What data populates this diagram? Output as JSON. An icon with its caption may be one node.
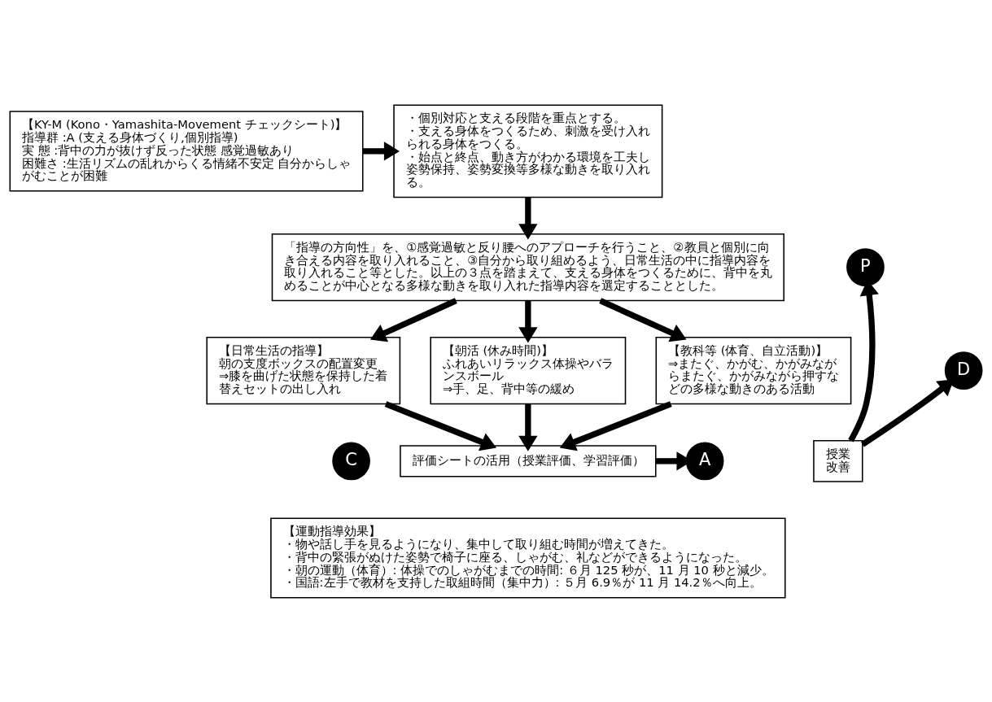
{
  "diagram": {
    "nodes": [
      {
        "text": [
          "【KY-M (Kono・Yamashita-Movement チェックシート)】",
          "指導群 :A (支える身体づくり,個別指導)",
          "実 態 :背中の力が抜けず反った状態 感覚過敏あり",
          "困難さ :生活リズムの乱れからくる情緒不安定 自分からしゃがむことが困難"
        ]
      },
      {
        "text": [
          "・個別対応と支える段階を重点とする。",
          "・支える身体をつくるため、刺激を受け入れられる身体をつくる。",
          "・始点と終点、動き方がわかる環境を工夫し姿勢保持、姿勢変換等多様な動きを取り入れる。"
        ]
      },
      {
        "text": [
          "P"
        ]
      },
      {
        "text": [
          "「指導の方向性」を、①感覚過敏と反り腰へのアプローチを行うこと、②教員と個別に向き合える内容を取り入れること、③自分から取り組めるよう、日常生活の中に指導内容を取り入れること等とした。以上の３点を踏まえて、支える身体をつくるために、背中を丸めることが中心となる多様な動きを取り入れた指導内容を選定することとした。"
        ]
      },
      {
        "text": [
          "D"
        ]
      },
      {
        "text": [
          "【日常生活の指導】",
          "朝の支度ボックスの配置変更",
          "⇒膝を曲げた状態を保持した着替えセットの出し入れ"
        ]
      },
      {
        "text": [
          "【朝活 (休み時間)】",
          "ふれあいリラックス体操やバランスボール",
          "⇒手、足、背中等の緩め"
        ]
      },
      {
        "text": [
          "【教科等 (体育、自立活動)】",
          "⇒またぐ、かがむ、かがみながらまたぐ、かがみながら押すなどの多様な動きのある活動"
        ]
      },
      {
        "text": [
          "C"
        ]
      },
      {
        "text": [
          "評価シートの活用（授業評価、学習評価）"
        ]
      },
      {
        "text": [
          "A"
        ]
      },
      {
        "text": [
          "授業改善"
        ]
      },
      {
        "text": [
          "【運動指導効果】",
          "・物や話し手を見るようになり、集中して取り組む時間が増えてきた。",
          "・背中の緊張がぬけた姿勢で椅子に座る、しゃがむ、礼などができるようになった。",
          "・朝の運動（体育）: 体操でのしゃがむまでの時間: ６月 125 秒が、11 月 10 秒と減少。",
          "・国語:左手で教材を支持した取組時間（集中力）: ５月 6.9％が 11 月 14.2％へ向上。"
        ]
      }
    ],
    "edges": [
      {
        "from": 0,
        "to": 1,
        "arrow": "to"
      },
      {
        "from": 1,
        "to": 3,
        "arrow": "to"
      },
      {
        "from": 3,
        "to": 5,
        "arrow": "to"
      },
      {
        "from": 3,
        "to": 6,
        "arrow": "to"
      },
      {
        "from": 3,
        "to": 7,
        "arrow": "to"
      },
      {
        "from": 5,
        "to": 9,
        "arrow": "to"
      },
      {
        "from": 6,
        "to": 9,
        "arrow": "to"
      },
      {
        "from": 7,
        "to": 9,
        "arrow": "to"
      },
      {
        "from": 9,
        "to": 10,
        "arrow": "to"
      },
      {
        "from": 11,
        "to": 2,
        "arrow": "to"
      },
      {
        "from": 11,
        "to": 4,
        "arrow": "to"
      }
    ]
  }
}
